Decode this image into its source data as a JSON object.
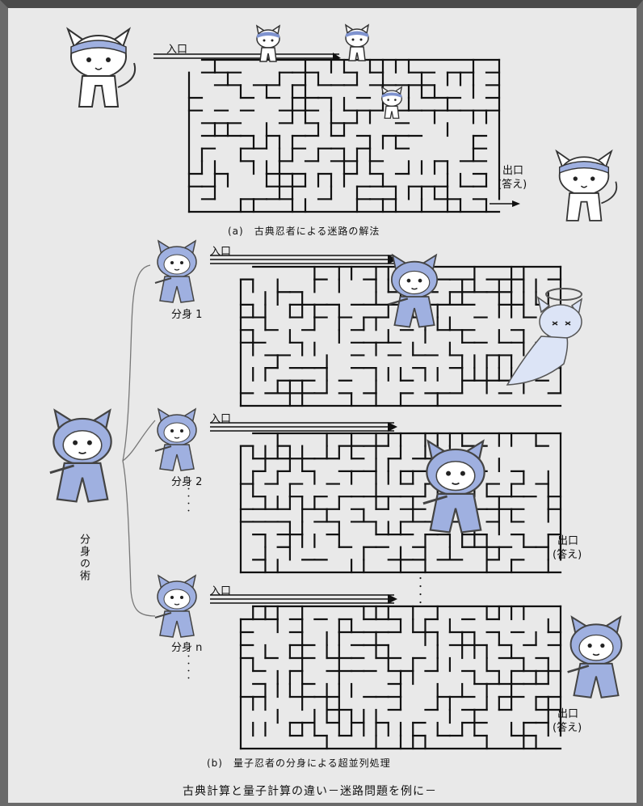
{
  "labels": {
    "entrance": "入口",
    "exit": "出口",
    "answer": "(答え)",
    "clone_1": "分身 1",
    "clone_2": "分身 2",
    "clone_n": "分身 n",
    "clone_technique": "分身の術",
    "caption_a": "(a)　古典忍者による迷路の解法",
    "caption_b": "(b)　量子忍者の分身による超並列処理",
    "figure_title": "古典計算と量子計算の違い－迷路問題を例に－",
    "ellipsis": "・・・・"
  },
  "colors": {
    "background": "#e9e9e9",
    "frame": "#5a5a5a",
    "ninja_fill": "#9fb0e0",
    "ink": "#111111"
  }
}
